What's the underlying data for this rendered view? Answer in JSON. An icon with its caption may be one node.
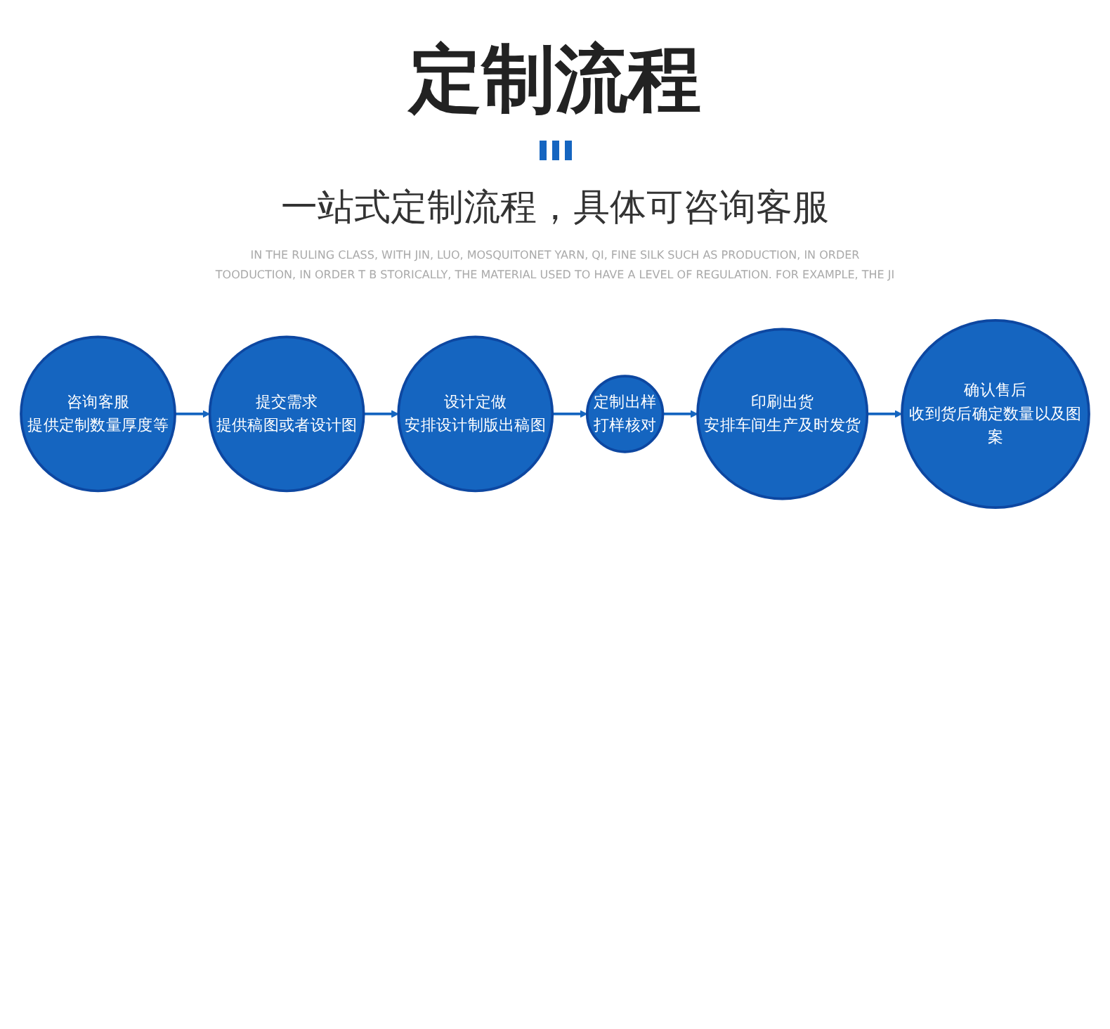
{
  "diagram": {
    "title": "定制流程",
    "nodes": [
      {
        "text": [
          "咨询客服",
          "提供定制数量厚度等"
        ]
      },
      {
        "text": [
          "提交需求",
          "提供稿图或者设计图"
        ]
      },
      {
        "text": [
          "设计定做",
          "安排设计制版出稿图"
        ]
      },
      {
        "text": [
          "定制出样",
          "打样核对"
        ]
      },
      {
        "text": [
          "印刷出货",
          "安排车间生产及时发货"
        ]
      },
      {
        "text": [
          "确认售后",
          "收到货后确定数量以及图案"
        ]
      }
    ],
    "edges": [
      {
        "from": 0,
        "to": 1,
        "arrow": "to"
      },
      {
        "from": 1,
        "to": 2,
        "arrow": "to"
      },
      {
        "from": 2,
        "to": 3,
        "arrow": "to"
      },
      {
        "from": 3,
        "to": 4,
        "arrow": "to"
      },
      {
        "from": 4,
        "to": 5,
        "arrow": "to"
      }
    ],
    "labels": [
      "一站式定制流程，具体可咨询客服",
      "IN THE RULING CLASS, WITH JIN, LUO, MOSQUITONET YARN, QI, FINE SILK SUCH AS PRODUCTION, IN ORDER TOODUCTION, IN ORDER T B STORICALLY, THE MATERIAL USED TO HAVE A LEVEL OF REGULATION. FOR EXAMPLE, THE JI"
    ]
  }
}
